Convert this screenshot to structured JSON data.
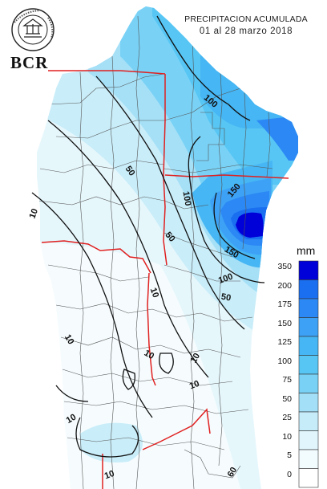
{
  "header": {
    "title": "PRECIPITACION ACUMULADA",
    "period": "01  al  28  marzo  2018"
  },
  "logo": {
    "text": "BCR"
  },
  "legend": {
    "unit": "mm",
    "levels": [
      {
        "label": "350",
        "color": "#0000d8"
      },
      {
        "label": "200",
        "color": "#1a6ef0"
      },
      {
        "label": "175",
        "color": "#2c88f4"
      },
      {
        "label": "150",
        "color": "#3da2f6"
      },
      {
        "label": "125",
        "color": "#46b6f4"
      },
      {
        "label": "100",
        "color": "#57c6f4"
      },
      {
        "label": "75",
        "color": "#79d2f6"
      },
      {
        "label": "50",
        "color": "#a3e0f8"
      },
      {
        "label": "25",
        "color": "#c6ecfa"
      },
      {
        "label": "10",
        "color": "#e0f6fc"
      },
      {
        "label": "5",
        "color": "#f2fbfe"
      },
      {
        "label": "0",
        "color": "#ffffff"
      }
    ]
  },
  "contour_labels": [
    "100",
    "150",
    "100",
    "50",
    "50",
    "10",
    "100",
    "150",
    "50",
    "10",
    "10",
    "10",
    "10",
    "10",
    "10",
    "10",
    "60"
  ],
  "colors": {
    "province_border": "#e02020",
    "district_line": "#555555",
    "isohyet": "#111111"
  }
}
